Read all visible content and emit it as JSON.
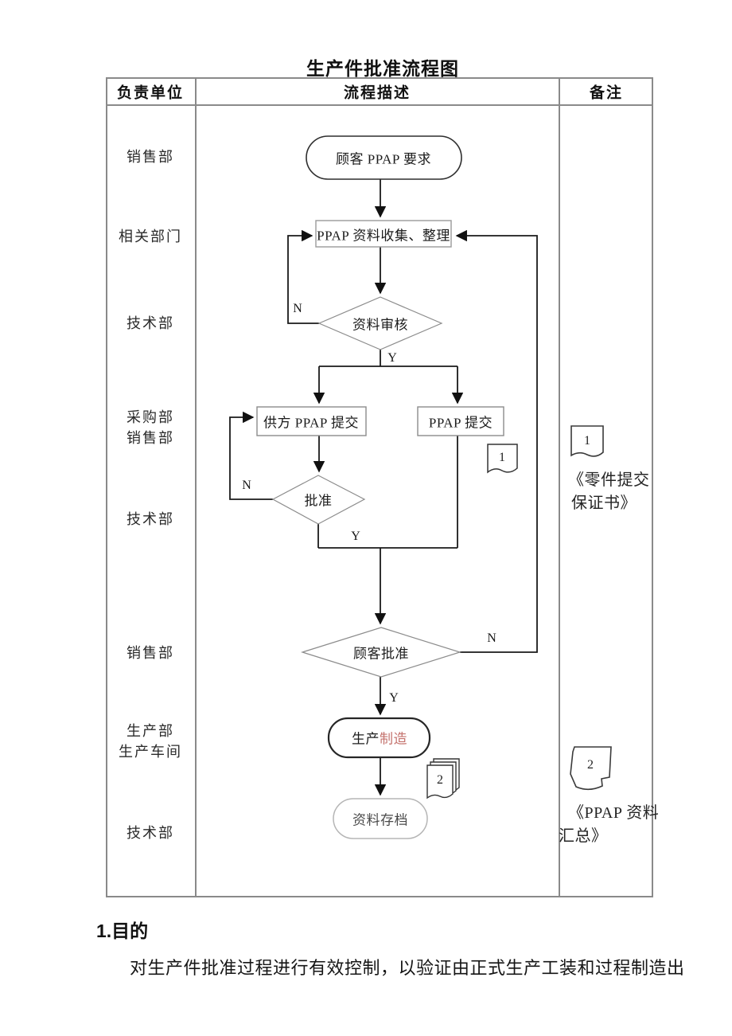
{
  "title": "生产件批准流程图",
  "table": {
    "headers": {
      "responsible": "负责单位",
      "process": "流程描述",
      "remarks": "备注"
    }
  },
  "departments": [
    {
      "line1": "销售部"
    },
    {
      "line1": "相关部门"
    },
    {
      "line1": "技术部"
    },
    {
      "line1": "采购部",
      "line2": "销售部"
    },
    {
      "line1": "技术部"
    },
    {
      "line1": "销售部"
    },
    {
      "line1": "生产部",
      "line2": "生产车间"
    },
    {
      "line1": "技术部"
    }
  ],
  "flowchart": {
    "nodes": {
      "start": "顾客 PPAP 要求",
      "collect": "PPAP 资料收集、整理",
      "review": "资料审核",
      "supplier_submit": "供方 PPAP 提交",
      "submit": "PPAP 提交",
      "approve": "批准",
      "customer_approve": "顾客批准",
      "produce_prefix": "生产",
      "produce_highlight": "制造",
      "archive": "资料存档"
    },
    "branch_labels": {
      "yes": "Y",
      "no": "N"
    },
    "documents": [
      {
        "number": "1"
      },
      {
        "number": "2"
      }
    ]
  },
  "remarks": [
    {
      "number": "1",
      "line1": "《零件提交",
      "line2": "保证书》"
    },
    {
      "number": "2",
      "line1": "《PPAP 资料",
      "line2": "汇总》"
    }
  ],
  "body": {
    "heading": "1.目的",
    "paragraph": "对生产件批准过程进行有效控制，以验证由正式生产工装和过程制造出"
  },
  "colors": {
    "highlight_red": "#c4726d",
    "flow_line": "#1a1a1a",
    "table_border": "#8a8a8a"
  }
}
